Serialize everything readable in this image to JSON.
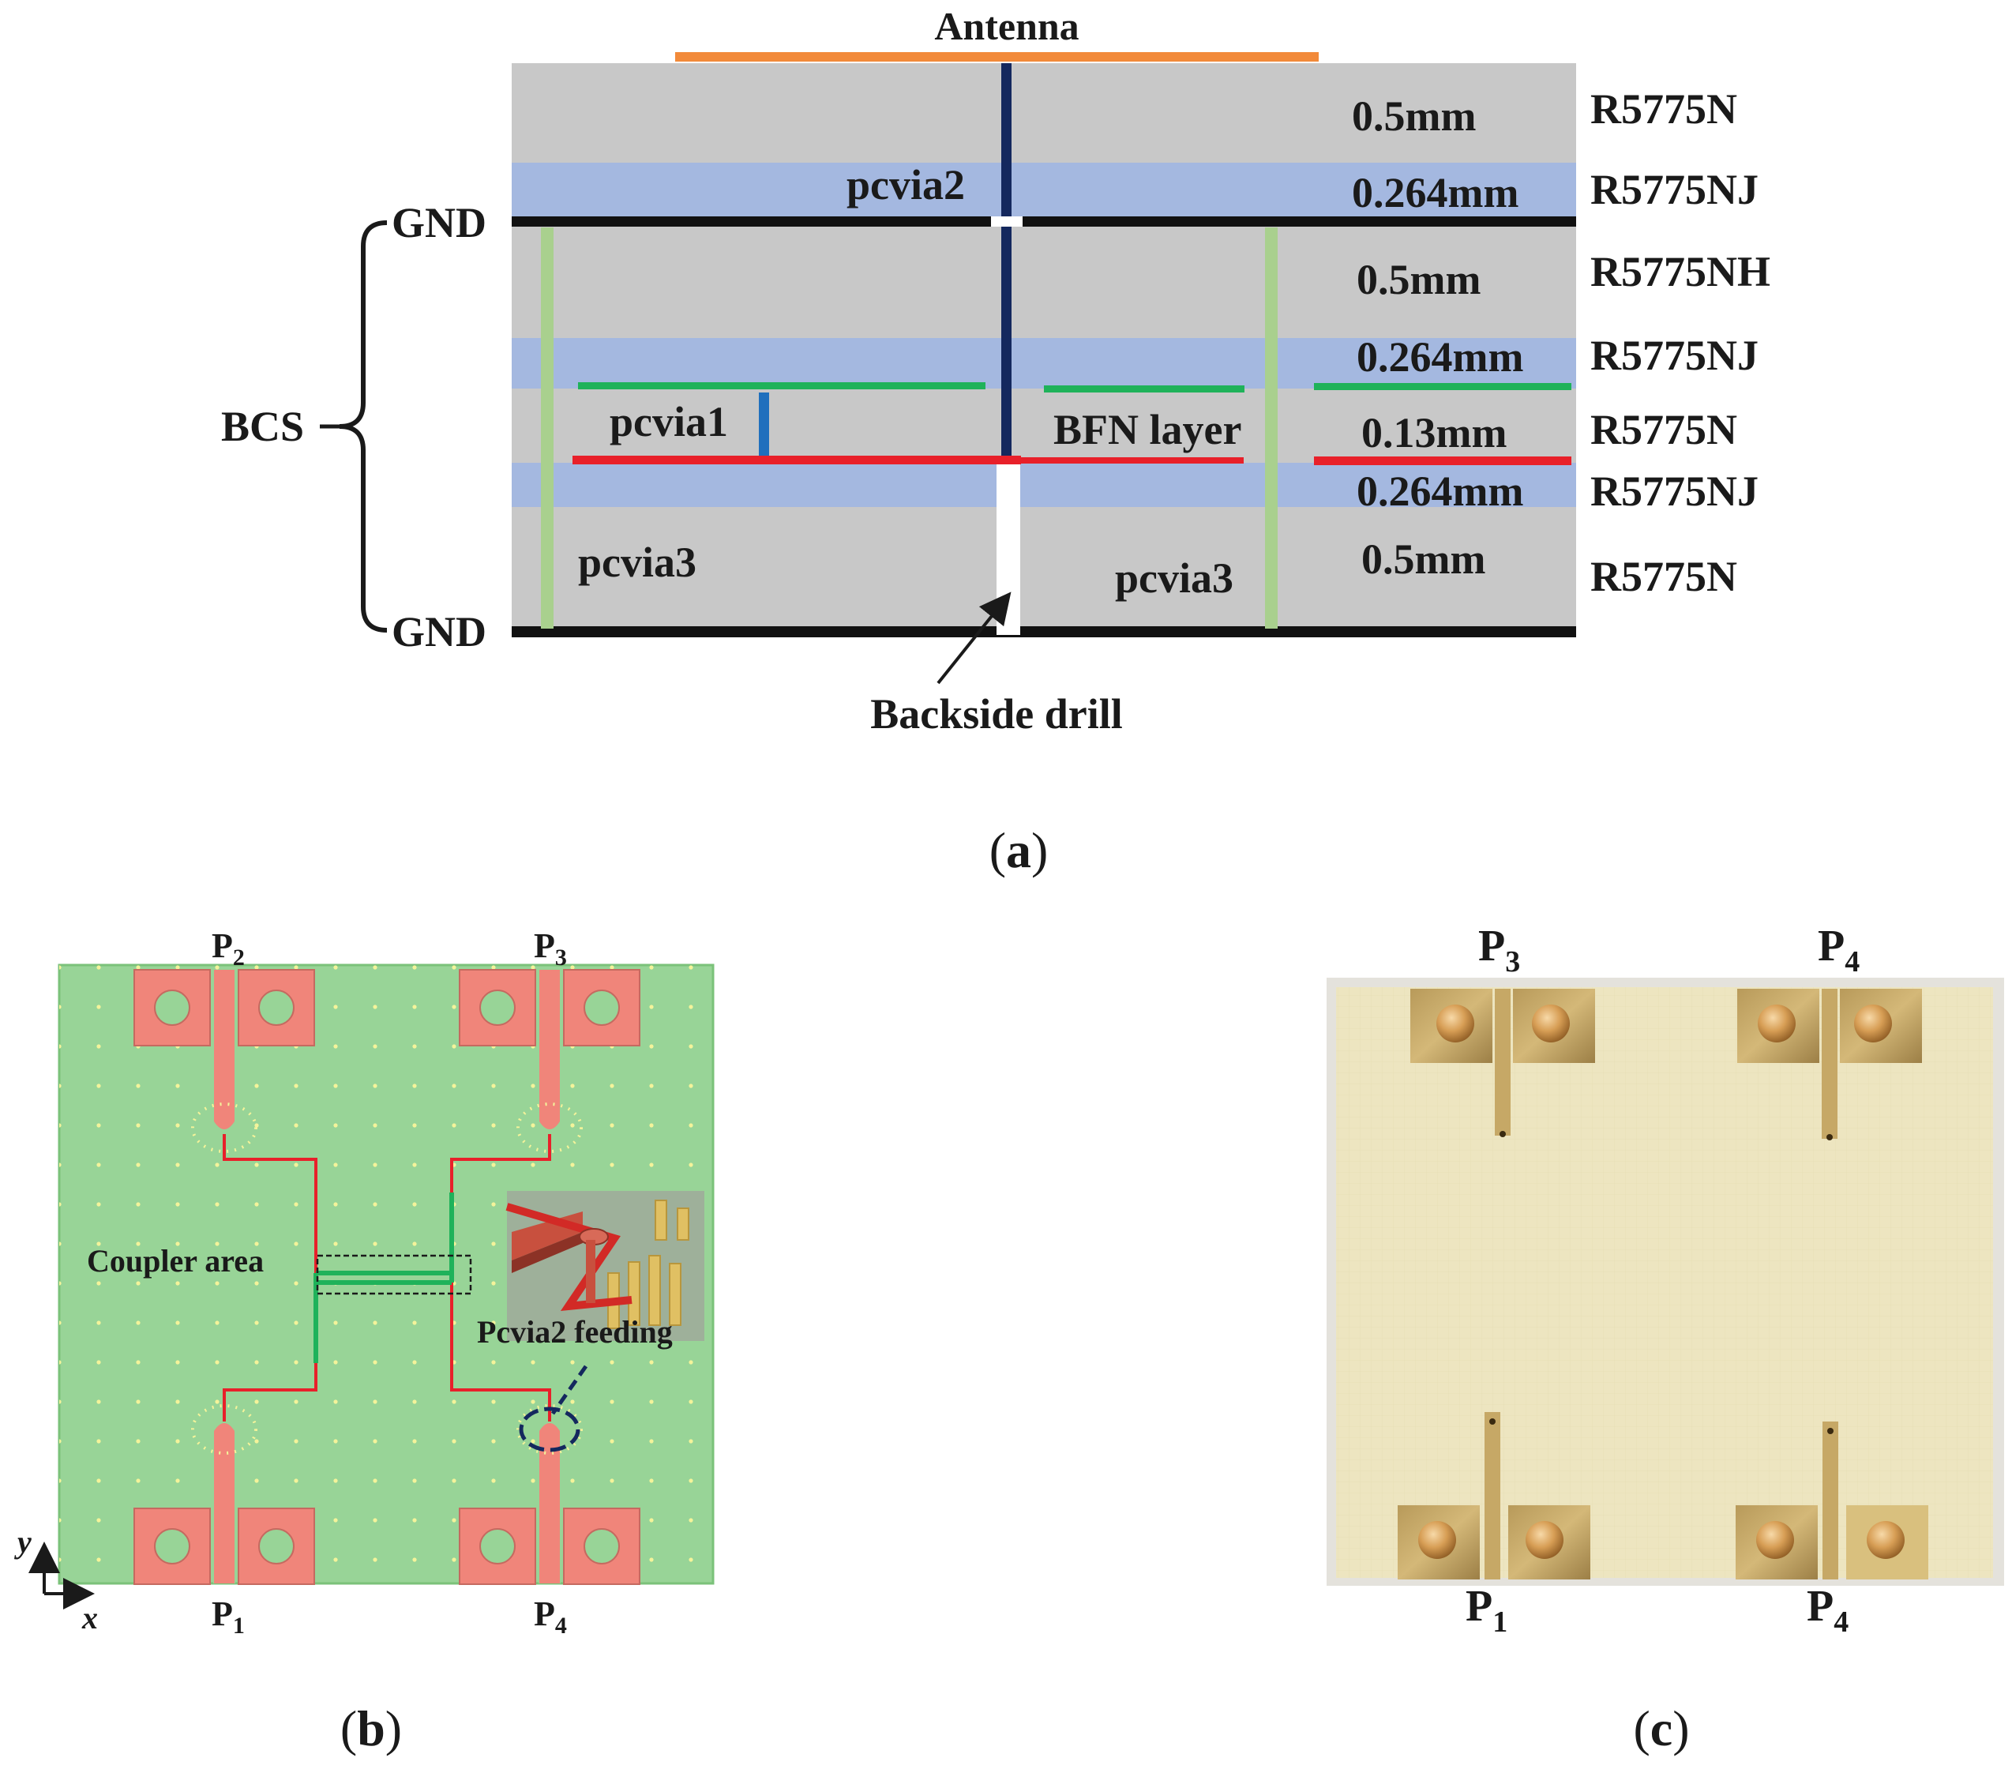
{
  "panel_a": {
    "antenna_label": "Antenna",
    "bcs_label": "BCS",
    "gnd_top_label": "GND",
    "gnd_bottom_label": "GND",
    "pcvia1_label": "pcvia1",
    "pcvia2_label": "pcvia2",
    "pcvia3_left_label": "pcvia3",
    "pcvia3_right_label": "pcvia3",
    "bfn_label": "BFN layer",
    "backside_drill_label": "Backside drill",
    "layers": [
      {
        "thickness": "0.5mm",
        "material": "R5775N"
      },
      {
        "thickness": "0.264mm",
        "material": "R5775NJ"
      },
      {
        "thickness": "0.5mm",
        "material": "R5775NH"
      },
      {
        "thickness": "0.264mm",
        "material": "R5775NJ"
      },
      {
        "thickness": "0.13mm",
        "material": "R5775N"
      },
      {
        "thickness": "0.264mm",
        "material": "R5775NJ"
      },
      {
        "thickness": "0.5mm",
        "material": "R5775N"
      }
    ],
    "caption": {
      "open": "(",
      "letter": "a",
      "close": ")"
    }
  },
  "panel_b": {
    "ports": {
      "p2": {
        "base": "P",
        "sub": "2"
      },
      "p3": {
        "base": "P",
        "sub": "3"
      },
      "p1": {
        "base": "P",
        "sub": "1"
      },
      "p4": {
        "base": "P",
        "sub": "4"
      }
    },
    "coupler_label": "Coupler area",
    "pcvia2_feeding_label": "Pcvia2 feeding",
    "axis_y": "y",
    "axis_x": "x",
    "caption": {
      "open": "(",
      "letter": "b",
      "close": ")"
    }
  },
  "panel_c": {
    "ports": {
      "p3": {
        "base": "P",
        "sub": "3"
      },
      "p4_top": {
        "base": "P",
        "sub": "4"
      },
      "p1": {
        "base": "P",
        "sub": "1"
      },
      "p4_bottom": {
        "base": "P",
        "sub": "4"
      }
    },
    "caption": {
      "open": "(",
      "letter": "c",
      "close": ")"
    }
  },
  "colors": {
    "substrate_gray": "#c8c8c8",
    "prepreg_blue": "#a4b8e0",
    "antenna_orange": "#f28a3a",
    "via_navy": "#14285e",
    "via_green": "#a9d08e",
    "trace_green": "#1fb25a",
    "trace_red": "#e8202a",
    "pcvia1_blue": "#1f6fbd",
    "board_green": "#98d497",
    "pad_salmon": "#f0857a",
    "fab_board": "#ede5c0",
    "copper": "#c9a45c"
  }
}
